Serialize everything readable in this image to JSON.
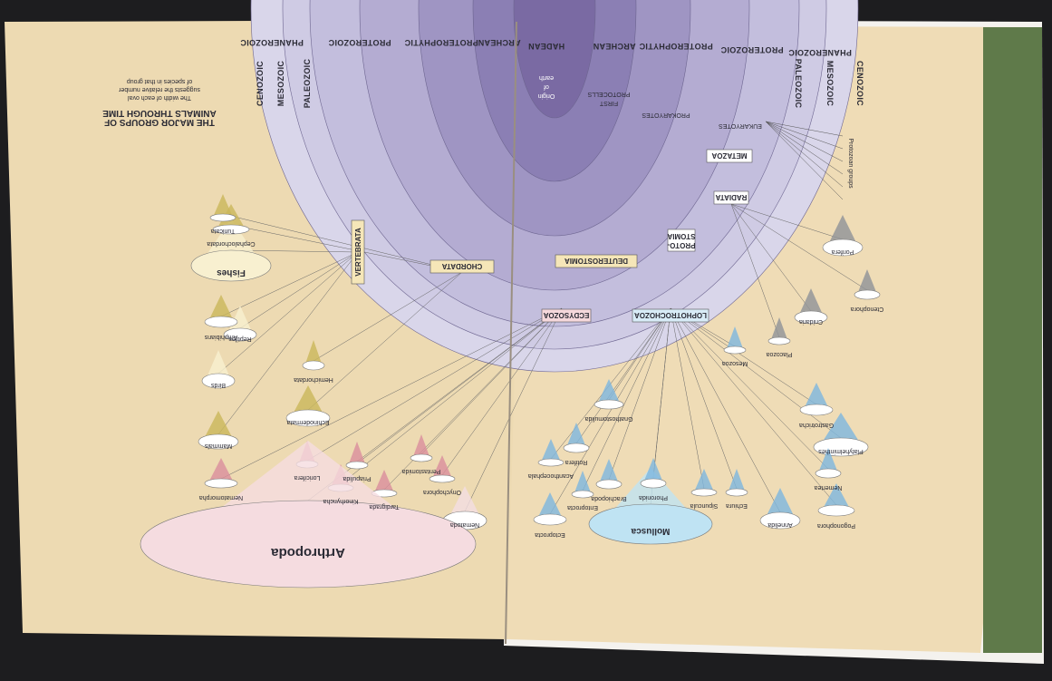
{
  "title": [
    "THE MAJOR GROUPS OF",
    "ANIMALS THROUGH TIME"
  ],
  "caption": [
    "The width of each oval",
    "suggests the relative number",
    "of species in that group"
  ],
  "eras_right": [
    "HADEAN",
    "ARCHEAN",
    "PROTEROPHYTIC",
    "PROTEROZOIC",
    "PHANEROZOIC",
    "PALEOZOIC",
    "MESOZOIC",
    "CENOZOIC"
  ],
  "eras_left": [
    "ARCHEAN",
    "PROTEROPHYTIC",
    "PROTEROZOIC",
    "PHANEROZOIC",
    "PALEOZOIC",
    "MESOZOIC",
    "CENOZOIC"
  ],
  "origin": [
    "Origin",
    "of",
    "earth"
  ],
  "protocells": [
    "FIRST",
    "PROTOCELLS"
  ],
  "prokaryotes": "PROKARYOTES",
  "eukaryotes": "EUKARYOTES",
  "protozoa": "Protozoan groups",
  "nodes": [
    "METAZOA",
    "RADIATA",
    "PROTO-",
    "STOMIA",
    "DEUTEROSTOMIA",
    "CHORDATA",
    "VERTEBRATA",
    "LOPHOTROCHOZOA",
    "ECDYSOZOA"
  ],
  "groups": [
    "Porifera",
    "Ctenophora",
    "Cnidaria",
    "Placozoa",
    "Mesozoa",
    "Gastrotricha",
    "Platyhelminthes",
    "Nemertea",
    "Pogonophora",
    "Annelida",
    "Echiura",
    "Sipuncula",
    "Mollusca",
    "Phoronida",
    "Brachiopoda",
    "Entoprocta",
    "Ectoprocta",
    "Acanthocephala",
    "Rotifera",
    "Gnathostomulida",
    "Nematoda",
    "Onychophora",
    "Tardigrada",
    "Kinorhyncha",
    "Nematomorpha",
    "Loricifera",
    "Priapulida",
    "Pentastomida",
    "Arthropoda",
    "Echinodermata",
    "Hemichordata",
    "Mammals",
    "Birds",
    "Reptiles",
    "Amphibians",
    "Fishes",
    "Cephalochordata",
    "Tunicata"
  ],
  "colors": {
    "page": "#efdcb6",
    "cenozoic": "#d9d6ea",
    "inner": "#7e6fa6",
    "radiata": "#8f9298",
    "lopho": "#7db6e0",
    "ecdy": "#d98d9c",
    "deut": "#c9b65a"
  }
}
